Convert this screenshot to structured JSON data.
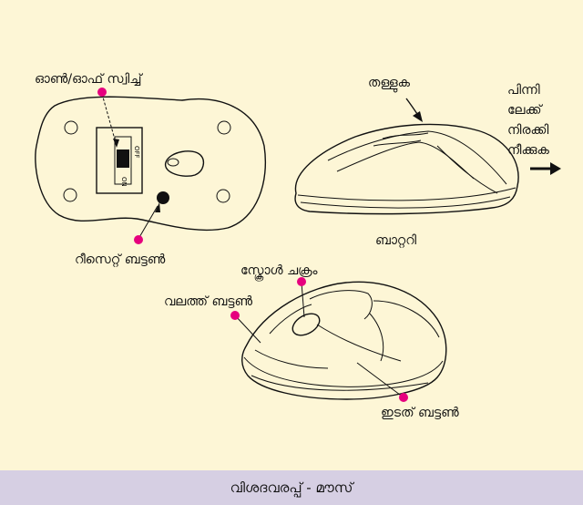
{
  "labels": {
    "on_off_switch": "ഓൺ/ഓഫ് സ്വിച്ച്",
    "reset_button": "റീസെറ്റ് ബട്ടൺ",
    "push": "തള്ളുക",
    "slide_out_1": "പിന്നി",
    "slide_out_2": "ലേക്ക്",
    "slide_out_3": "നിരക്കി",
    "slide_out_4": "നീക്കുക",
    "battery": "ബാറ്ററി",
    "scroll_wheel": "സ്ക്രോൾ ചക്രം",
    "right_button": "വലത്ത് ബട്ടൺ",
    "left_button": "ഇടത് ബട്ടൺ",
    "switch_off": "OFF",
    "switch_on": "ON"
  },
  "footer": {
    "caption": "വിശദവരപ്പ് - മൗസ്"
  },
  "colors": {
    "background": "#fdf6d6",
    "footer_bg": "#d6cfe3",
    "marker": "#e6007e",
    "line": "#111111"
  }
}
